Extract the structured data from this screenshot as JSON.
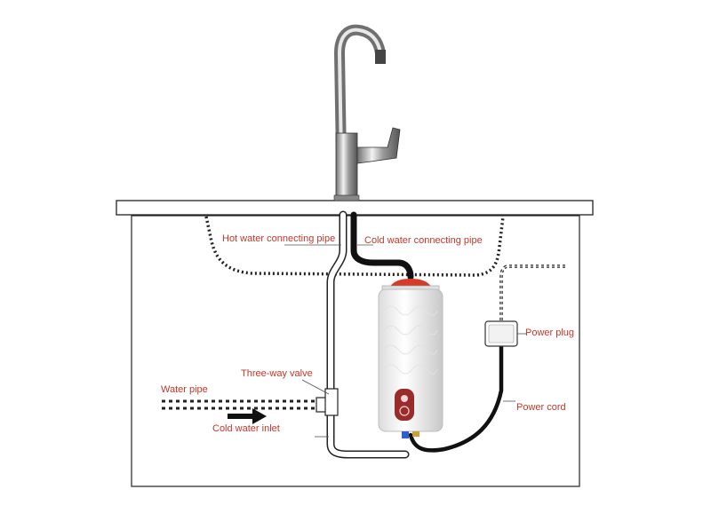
{
  "header": {
    "text": ""
  },
  "labels": {
    "hot_pipe": "Hot water connecting pipe",
    "cold_pipe": "Cold water connecting pipe",
    "three_way_valve": "Three-way valve",
    "water_pipe": "Water pipe",
    "cold_inlet": "Cold water inlet",
    "power_plug": "Power plug",
    "power_cord": "Power cord"
  },
  "colors": {
    "label": "#c0392b",
    "outline": "#222222",
    "heater_top": "#d63b2a",
    "heater_panel": "#9b2a2a",
    "inlet_blue": "#2f5fd0"
  }
}
